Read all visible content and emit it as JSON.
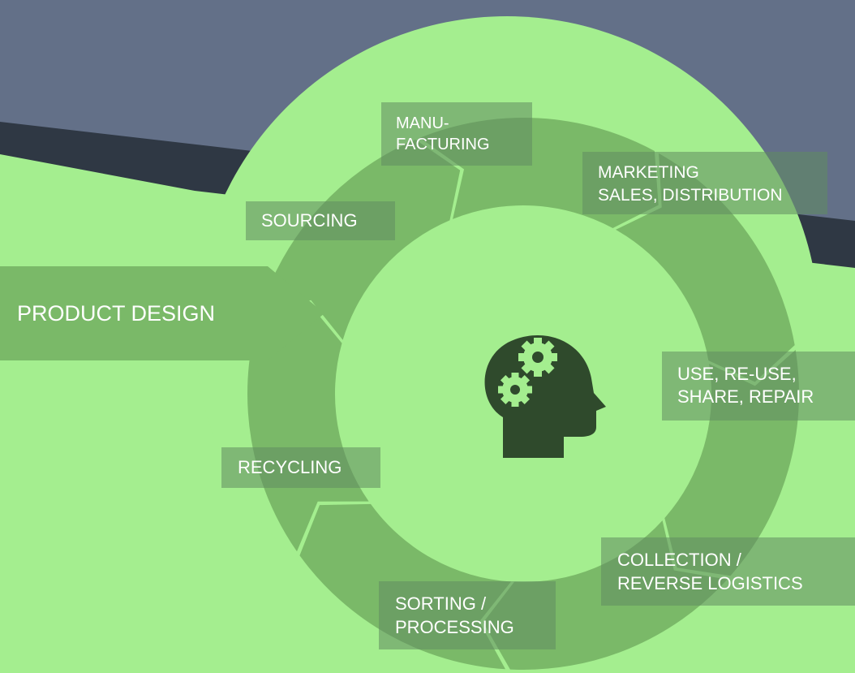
{
  "colors": {
    "background_top": "#637088",
    "background_stripe": "#2f3844",
    "background_green": "#a4ee8f",
    "ring_green": "#7ab968",
    "label_box": "#6f9a6a",
    "icon_dark": "#2f4a2c"
  },
  "diagram": {
    "center_icon": "head-with-gears-icon",
    "input_arrow": {
      "label": "PRODUCT DESIGN"
    },
    "stages": [
      {
        "id": "manufacturing",
        "label": "MANU-\nFACTURING"
      },
      {
        "id": "marketing",
        "label": "MARKETING\nSALES, DISTRIBUTION"
      },
      {
        "id": "use",
        "label": "USE, RE-USE,\nSHARE, REPAIR"
      },
      {
        "id": "collection",
        "label": "COLLECTION /\nREVERSE LOGISTICS"
      },
      {
        "id": "sorting",
        "label": "SORTING /\nPROCESSING"
      },
      {
        "id": "recycling",
        "label": "RECYCLING"
      },
      {
        "id": "sourcing",
        "label": "SOURCING"
      }
    ]
  }
}
